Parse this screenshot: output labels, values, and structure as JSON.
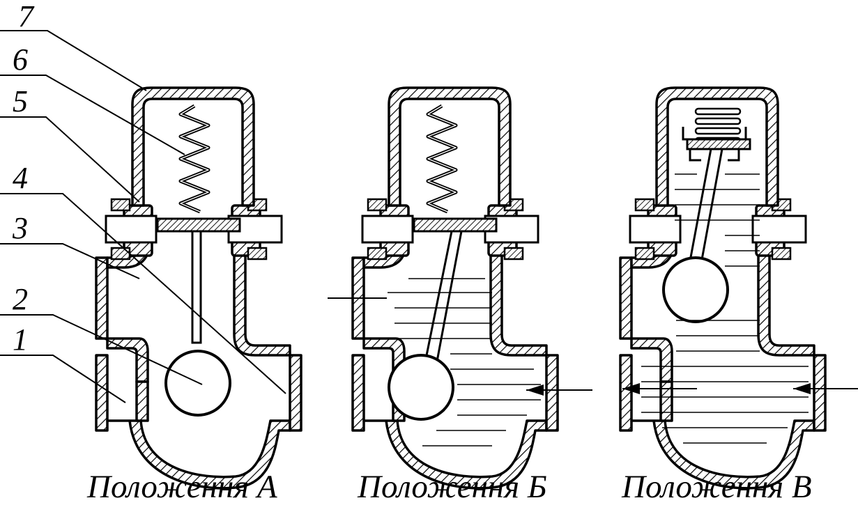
{
  "labels": [
    "1",
    "2",
    "3",
    "4",
    "5",
    "6",
    "7"
  ],
  "captions": [
    "Положення А",
    "Положення Б",
    "Положення В"
  ]
}
